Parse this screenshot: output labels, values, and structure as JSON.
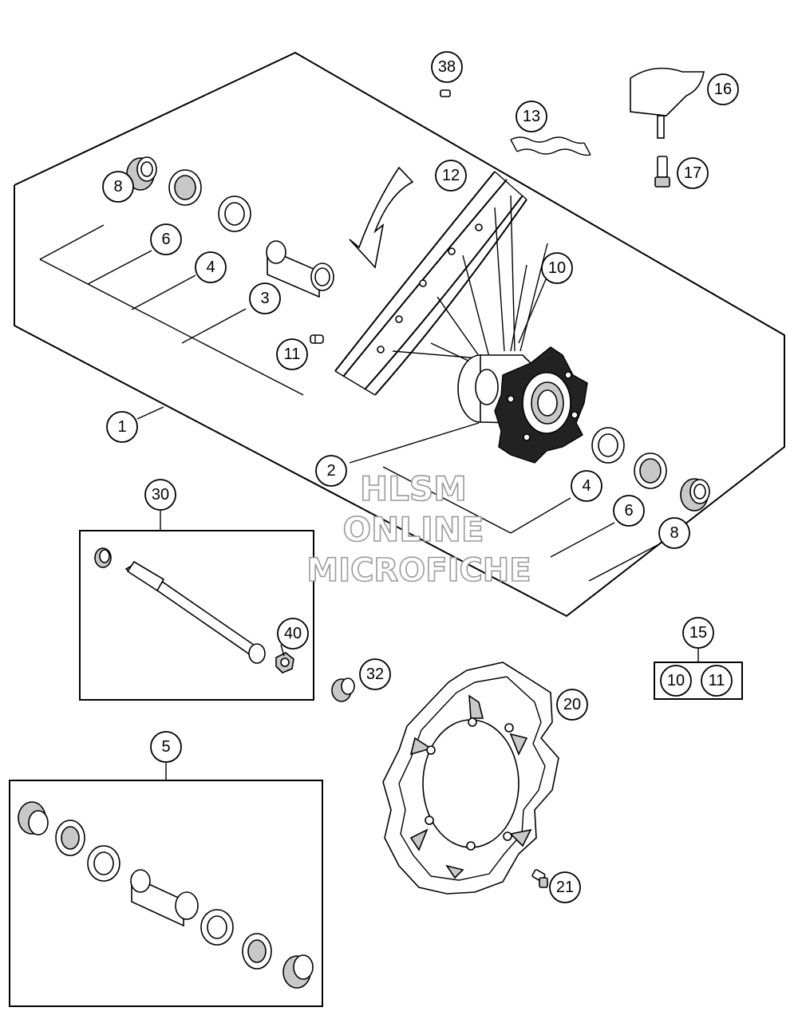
{
  "callouts": {
    "c1": "1",
    "c2": "2",
    "c3": "3",
    "c4a": "4",
    "c4b": "4",
    "c5": "5",
    "c6a": "6",
    "c6b": "6",
    "c8a": "8",
    "c8b": "8",
    "c10": "10",
    "c11": "11",
    "c12": "12",
    "c13": "13",
    "c15": "15",
    "c15a": "10",
    "c15b": "11",
    "c16": "16",
    "c17": "17",
    "c20": "20",
    "c21": "21",
    "c30": "30",
    "c32": "32",
    "c38": "38",
    "c40": "40"
  },
  "watermark": {
    "line1": "HLSM",
    "line2": "ONLINE",
    "line3": "MICROFICHE"
  },
  "colors": {
    "line": "#000000",
    "fill_gray": "#c8c8c8",
    "watermark_stroke": "#9a9a9a"
  }
}
